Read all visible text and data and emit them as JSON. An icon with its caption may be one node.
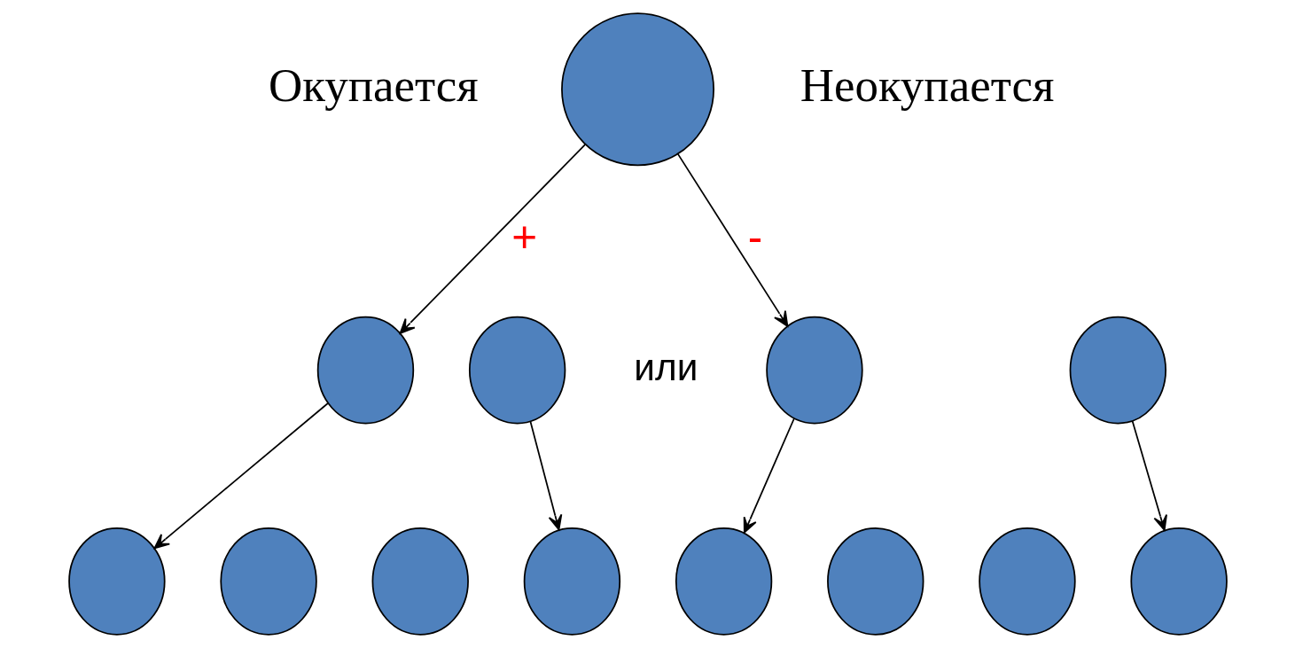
{
  "diagram": {
    "nodes": [
      {
        "text": [],
        "shape": "circle"
      },
      {
        "text": [],
        "shape": "circle"
      },
      {
        "text": [],
        "shape": "circle"
      },
      {
        "text": [],
        "shape": "circle"
      },
      {
        "text": [],
        "shape": "circle"
      },
      {
        "text": [],
        "shape": "circle"
      },
      {
        "text": [],
        "shape": "circle"
      },
      {
        "text": [],
        "shape": "circle"
      },
      {
        "text": [],
        "shape": "circle"
      },
      {
        "text": [],
        "shape": "circle"
      },
      {
        "text": [],
        "shape": "circle"
      },
      {
        "text": [],
        "shape": "circle"
      },
      {
        "text": [],
        "shape": "circle"
      }
    ],
    "edges": [
      {
        "from": 0,
        "to": 1,
        "arrow": "to",
        "label": "+"
      },
      {
        "from": 0,
        "to": 3,
        "arrow": "to",
        "label": "-"
      },
      {
        "from": 1,
        "to": 5,
        "arrow": "to"
      },
      {
        "from": 2,
        "to": 8,
        "arrow": "to"
      },
      {
        "from": 3,
        "to": 9,
        "arrow": "to"
      },
      {
        "from": 4,
        "to": 12,
        "arrow": "to"
      }
    ],
    "labels": [
      "Окупается",
      "Неокупается",
      "или"
    ]
  }
}
